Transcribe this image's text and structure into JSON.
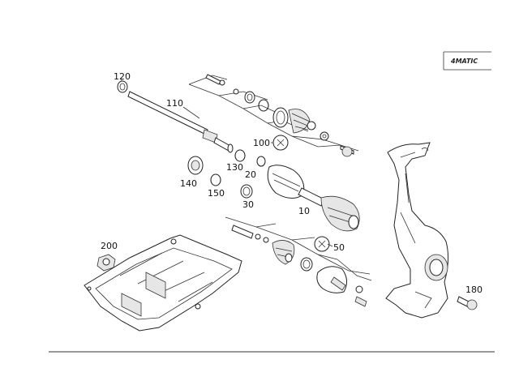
{
  "badge": {
    "text": "4MATIC"
  },
  "callouts": [
    {
      "id": "120",
      "text": "120"
    },
    {
      "id": "110",
      "text": "110"
    },
    {
      "id": "100",
      "text": "100"
    },
    {
      "id": "130",
      "text": "130"
    },
    {
      "id": "20",
      "text": "20"
    },
    {
      "id": "140",
      "text": "140"
    },
    {
      "id": "150",
      "text": "150"
    },
    {
      "id": "30",
      "text": "30"
    },
    {
      "id": "10",
      "text": "10"
    },
    {
      "id": "200",
      "text": "200"
    },
    {
      "id": "50",
      "text": "50"
    },
    {
      "id": "180",
      "text": "180"
    }
  ]
}
